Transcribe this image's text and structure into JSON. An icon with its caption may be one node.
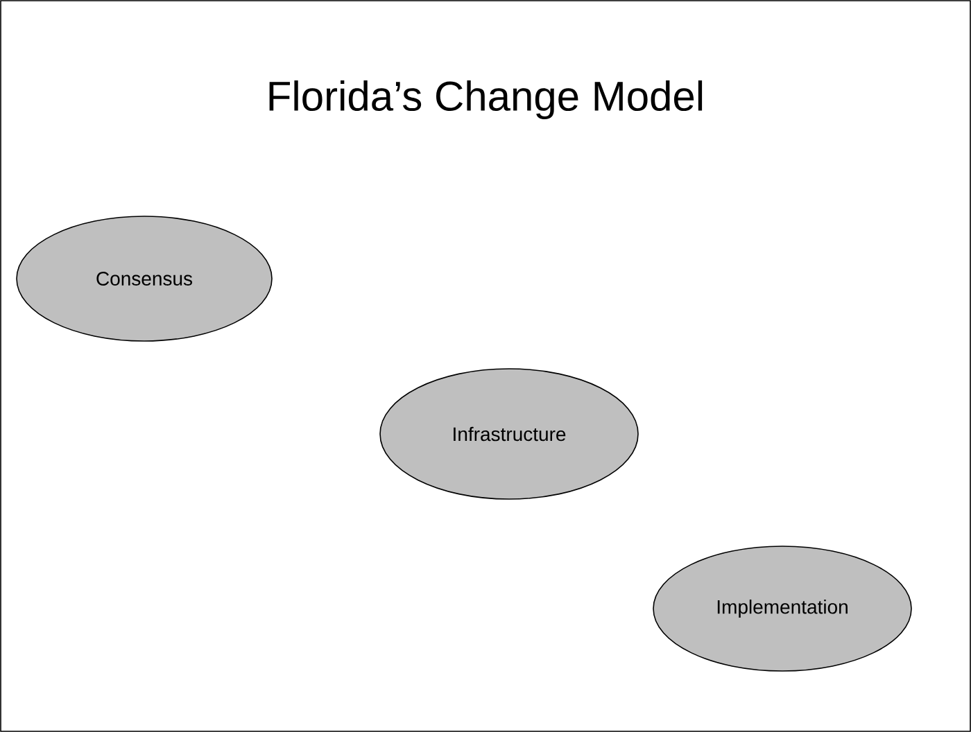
{
  "diagram": {
    "title": "Florida’s Change Model",
    "nodes": [
      {
        "text": [
          "Consensus"
        ]
      },
      {
        "text": [
          "Infrastructure"
        ]
      },
      {
        "text": [
          "Implementation"
        ]
      }
    ]
  }
}
